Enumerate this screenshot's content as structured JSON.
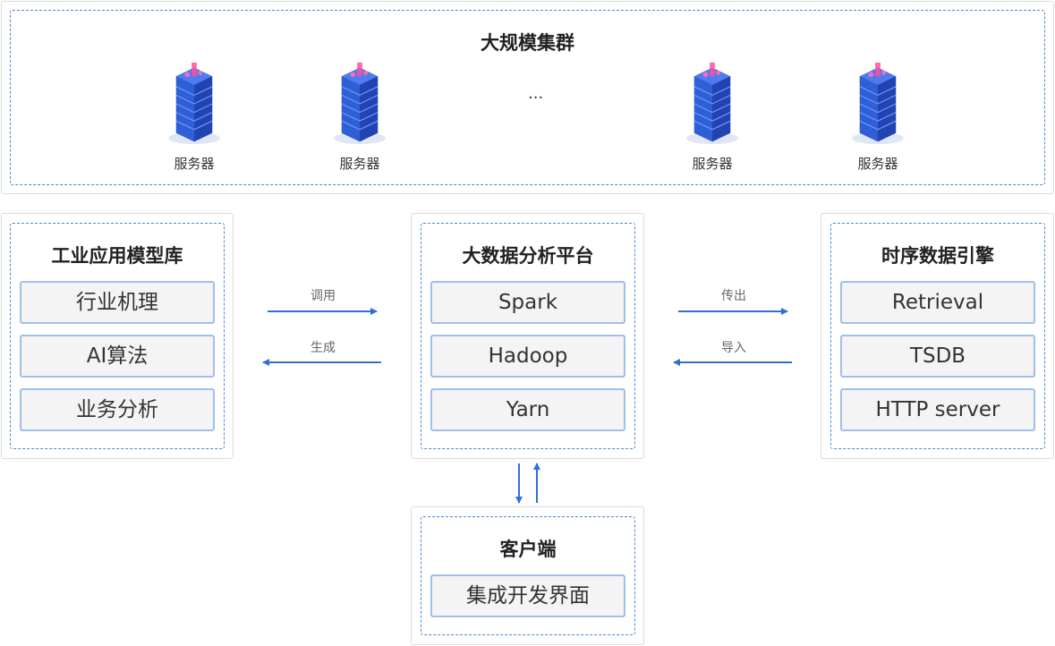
{
  "cluster": {
    "title": "大规模集群",
    "servers": [
      "服务器",
      "服务器",
      "服务器",
      "服务器"
    ],
    "ellipsis": "..."
  },
  "left_panel": {
    "title": "工业应用模型库",
    "items": [
      "行业机理",
      "AI算法",
      "业务分析"
    ]
  },
  "center_panel": {
    "title": "大数据分析平台",
    "items": [
      "Spark",
      "Hadoop",
      "Yarn"
    ]
  },
  "right_panel": {
    "title": "时序数据引擎",
    "items": [
      "Retrieval",
      "TSDB",
      "HTTP server"
    ]
  },
  "client_panel": {
    "title": "客户端",
    "items": [
      "集成开发界面"
    ]
  },
  "arrows": {
    "call": "调用",
    "generate": "生成",
    "export": "传出",
    "import": "导入"
  },
  "colors": {
    "dashed_border": "#4a86d8",
    "item_border": "#9fc0ea",
    "arrow": "#2f6fd6",
    "server_blue": "#2b56c9"
  }
}
